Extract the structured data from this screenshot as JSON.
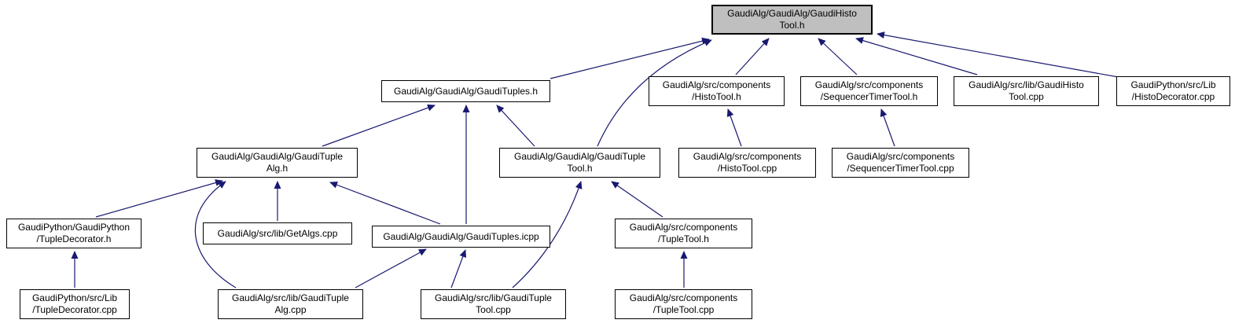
{
  "diagram": {
    "type": "include-dependency-graph",
    "edge_color": "#191970",
    "root_fill": "#bfbfbf",
    "node_fill": "#ffffff",
    "nodes": [
      {
        "id": "gaudi-histo-tool-h",
        "label": "GaudiAlg/GaudiAlg/GaudiHisto\nTool.h",
        "root": true
      },
      {
        "id": "gaudi-tuples-h",
        "label": "GaudiAlg/GaudiAlg/GaudiTuples.h"
      },
      {
        "id": "histo-tool-h",
        "label": "GaudiAlg/src/components\n/HistoTool.h"
      },
      {
        "id": "sequencer-timer-tool-h",
        "label": "GaudiAlg/src/components\n/SequencerTimerTool.h"
      },
      {
        "id": "gaudi-histo-tool-cpp",
        "label": "GaudiAlg/src/lib/GaudiHisto\nTool.cpp"
      },
      {
        "id": "histo-decorator-cpp",
        "label": "GaudiPython/src/Lib\n/HistoDecorator.cpp"
      },
      {
        "id": "gaudi-tuple-alg-h",
        "label": "GaudiAlg/GaudiAlg/GaudiTuple\nAlg.h"
      },
      {
        "id": "gaudi-tuple-tool-h",
        "label": "GaudiAlg/GaudiAlg/GaudiTuple\nTool.h"
      },
      {
        "id": "histo-tool-cpp",
        "label": "GaudiAlg/src/components\n/HistoTool.cpp"
      },
      {
        "id": "sequencer-timer-tool-cpp",
        "label": "GaudiAlg/src/components\n/SequencerTimerTool.cpp"
      },
      {
        "id": "tuple-decorator-h",
        "label": "GaudiPython/GaudiPython\n/TupleDecorator.h"
      },
      {
        "id": "get-algs-cpp",
        "label": "GaudiAlg/src/lib/GetAlgs.cpp"
      },
      {
        "id": "gaudi-tuples-icpp",
        "label": "GaudiAlg/GaudiAlg/GaudiTuples.icpp"
      },
      {
        "id": "tuple-tool-h",
        "label": "GaudiAlg/src/components\n/TupleTool.h"
      },
      {
        "id": "tuple-decorator-cpp",
        "label": "GaudiPython/src/Lib\n/TupleDecorator.cpp"
      },
      {
        "id": "gaudi-tuple-alg-cpp",
        "label": "GaudiAlg/src/lib/GaudiTuple\nAlg.cpp"
      },
      {
        "id": "gaudi-tuple-tool-cpp",
        "label": "GaudiAlg/src/lib/GaudiTuple\nTool.cpp"
      },
      {
        "id": "tuple-tool-cpp",
        "label": "GaudiAlg/src/components\n/TupleTool.cpp"
      }
    ],
    "edges": [
      {
        "from": "gaudi-tuples-h",
        "to": "gaudi-histo-tool-h"
      },
      {
        "from": "gaudi-tuple-tool-h",
        "to": "gaudi-histo-tool-h"
      },
      {
        "from": "histo-tool-h",
        "to": "gaudi-histo-tool-h"
      },
      {
        "from": "sequencer-timer-tool-h",
        "to": "gaudi-histo-tool-h"
      },
      {
        "from": "gaudi-histo-tool-cpp",
        "to": "gaudi-histo-tool-h"
      },
      {
        "from": "histo-decorator-cpp",
        "to": "gaudi-histo-tool-h"
      },
      {
        "from": "gaudi-tuple-alg-h",
        "to": "gaudi-tuples-h"
      },
      {
        "from": "gaudi-tuples-icpp",
        "to": "gaudi-tuples-h"
      },
      {
        "from": "gaudi-tuple-tool-h",
        "to": "gaudi-tuples-h"
      },
      {
        "from": "tuple-decorator-h",
        "to": "gaudi-tuple-alg-h"
      },
      {
        "from": "gaudi-tuple-alg-cpp",
        "to": "gaudi-tuple-alg-h"
      },
      {
        "from": "get-algs-cpp",
        "to": "gaudi-tuple-alg-h"
      },
      {
        "from": "gaudi-tuples-icpp",
        "to": "gaudi-tuple-alg-h"
      },
      {
        "from": "gaudi-tuple-tool-cpp",
        "to": "gaudi-tuples-icpp"
      },
      {
        "from": "gaudi-tuple-alg-cpp",
        "to": "gaudi-tuples-icpp"
      },
      {
        "from": "gaudi-tuple-tool-cpp",
        "to": "gaudi-tuple-tool-h"
      },
      {
        "from": "tuple-tool-h",
        "to": "gaudi-tuple-tool-h"
      },
      {
        "from": "tuple-tool-cpp",
        "to": "tuple-tool-h"
      },
      {
        "from": "tuple-decorator-cpp",
        "to": "tuple-decorator-h"
      },
      {
        "from": "histo-tool-cpp",
        "to": "histo-tool-h"
      },
      {
        "from": "sequencer-timer-tool-cpp",
        "to": "sequencer-timer-tool-h"
      }
    ]
  }
}
